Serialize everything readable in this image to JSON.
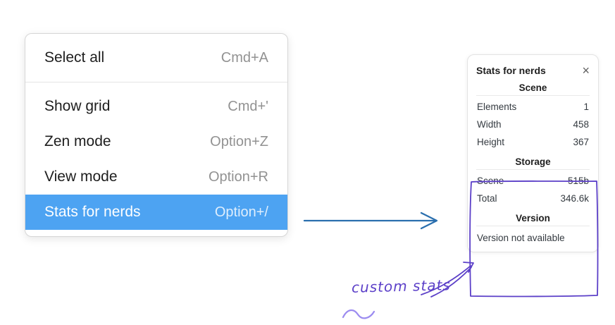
{
  "menu": {
    "selected_index": 4,
    "items": [
      {
        "label": "Select all",
        "shortcut": "Cmd+A"
      },
      {
        "label": "Show grid",
        "shortcut": "Cmd+'"
      },
      {
        "label": "Zen mode",
        "shortcut": "Option+Z"
      },
      {
        "label": "View mode",
        "shortcut": "Option+R"
      },
      {
        "label": "Stats for nerds",
        "shortcut": "Option+/"
      }
    ]
  },
  "panel": {
    "title": "Stats for nerds",
    "close_icon": "×",
    "sections": [
      {
        "heading": "Scene",
        "rows": [
          {
            "label": "Elements",
            "value": "1"
          },
          {
            "label": "Width",
            "value": "458"
          },
          {
            "label": "Height",
            "value": "367"
          }
        ]
      },
      {
        "heading": "Storage",
        "rows": [
          {
            "label": "Scene",
            "value": "515b"
          },
          {
            "label": "Total",
            "value": "346.6k"
          }
        ]
      },
      {
        "heading": "Version",
        "note": "Version not available"
      }
    ]
  },
  "annotation": {
    "label": "custom stats"
  },
  "colors": {
    "selected-bg": "#4da3f2",
    "selected-text": "#ffffff",
    "menu-text": "#1e1e1e",
    "shortcut-gray": "#929292",
    "arrow-blue": "#2a6fae",
    "annotation-purple": "#5b3fc8",
    "squiggle-lavender": "#9c8cf0",
    "panel-border": "#e3e3e3",
    "panel-text": "#343a40"
  }
}
